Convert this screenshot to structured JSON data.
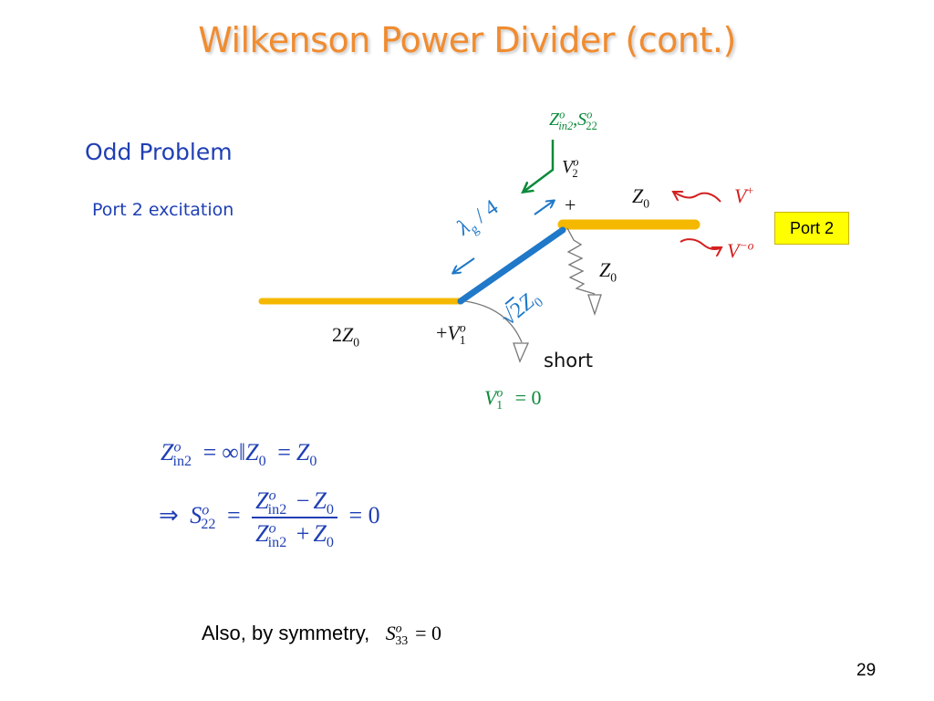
{
  "slide": {
    "title": "Wilkenson Power Divider (cont.)",
    "subtitle": "Odd Problem",
    "subsubtitle": "Port 2 excitation",
    "page_number": "29"
  },
  "circuit": {
    "port_label": "Port 2",
    "short_label": "short",
    "top_eq": {
      "z": "Z",
      "sup_o": "o",
      "sub_in2": "in2",
      "comma": ",",
      "s": "S",
      "sub_22": "22"
    },
    "v2": {
      "v": "V",
      "sup": "o",
      "sub": "2"
    },
    "plus": "+",
    "z0_top": {
      "z": "Z",
      "sub": "0"
    },
    "z0_res": {
      "z": "Z",
      "sub": "0"
    },
    "v_plus": {
      "v": "V",
      "sup": "+"
    },
    "v_minus": {
      "v": "V",
      "sup": "−o"
    },
    "lambda": {
      "sym": "λ",
      "sub": "g",
      "rest": " / 4"
    },
    "sqrt2z0": {
      "radical": "√",
      "two": "2",
      "z": "Z",
      "sub": "0"
    },
    "twoz0": {
      "two": "2",
      "z": "Z",
      "sub": "0"
    },
    "v1": {
      "plus": "+",
      "v": "V",
      "sup": "o",
      "sub": "1"
    },
    "v1_eq": {
      "v": "V",
      "sup": "o",
      "sub": "1",
      "eq": "= 0"
    }
  },
  "equations": {
    "eq1": {
      "z": "Z",
      "sup": "o",
      "sub": "in2",
      "eq1": "=",
      "inf": "∞",
      "par": "‖",
      "z0a": "Z",
      "sub0a": "0",
      "eq2": "=",
      "z0b": "Z",
      "sub0b": "0"
    },
    "eq2": {
      "implies": "⇒",
      "s": "S",
      "sup": "o",
      "sub": "22",
      "eq": "=",
      "num_z": "Z",
      "num_sup": "o",
      "num_sub": "in2",
      "num_op": "−",
      "num_z0": "Z",
      "num_sub0": "0",
      "den_z": "Z",
      "den_sup": "o",
      "den_sub": "in2",
      "den_op": "+",
      "den_z0": "Z",
      "den_sub0": "0",
      "eq_end": "= 0"
    }
  },
  "footer": {
    "text": "Also, by symmetry,",
    "s": "S",
    "sup": "o",
    "sub": "33",
    "eq": "= 0"
  },
  "colors": {
    "title": "#f08c30",
    "heading": "#1f3fb4",
    "line_yellow": "#f5b800",
    "line_blue": "#1f78c8",
    "green": "#0b8a3a",
    "red": "#d42020",
    "port_bg": "#ffff00"
  }
}
